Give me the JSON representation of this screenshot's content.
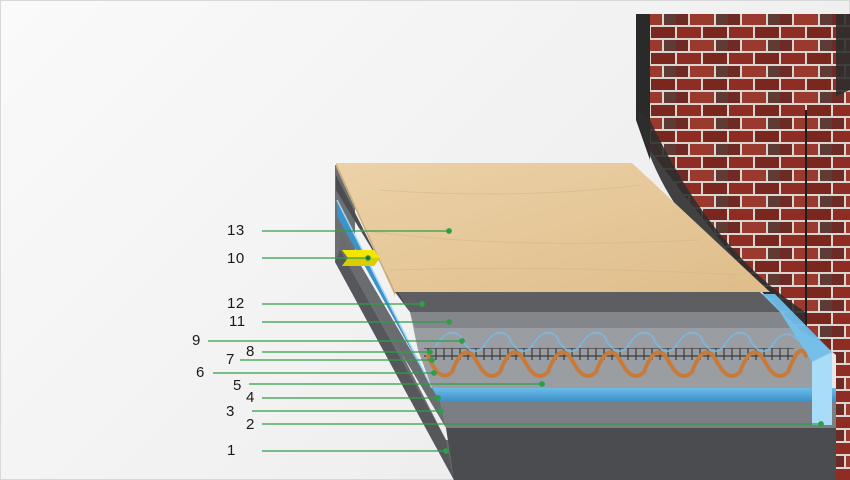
{
  "labels": [
    {
      "id": "1",
      "text": "1"
    },
    {
      "id": "2",
      "text": "2"
    },
    {
      "id": "3",
      "text": "3"
    },
    {
      "id": "4",
      "text": "4"
    },
    {
      "id": "5",
      "text": "5"
    },
    {
      "id": "6",
      "text": "6"
    },
    {
      "id": "7",
      "text": "7"
    },
    {
      "id": "8",
      "text": "8"
    },
    {
      "id": "9",
      "text": "9"
    },
    {
      "id": "10",
      "text": "10"
    },
    {
      "id": "11",
      "text": "11"
    },
    {
      "id": "12",
      "text": "12"
    },
    {
      "id": "13",
      "text": "13"
    }
  ],
  "colors": {
    "leader_line": "#2e9e47",
    "wood": "#e8c99a",
    "insulation_blue": "#4aa6de",
    "screed_grey": "#8f9296",
    "base_dark": "#4a4c4f",
    "brick": "#8b2a22",
    "heating_pipe": "#c87a3a",
    "tape_yellow": "#f2e600"
  }
}
